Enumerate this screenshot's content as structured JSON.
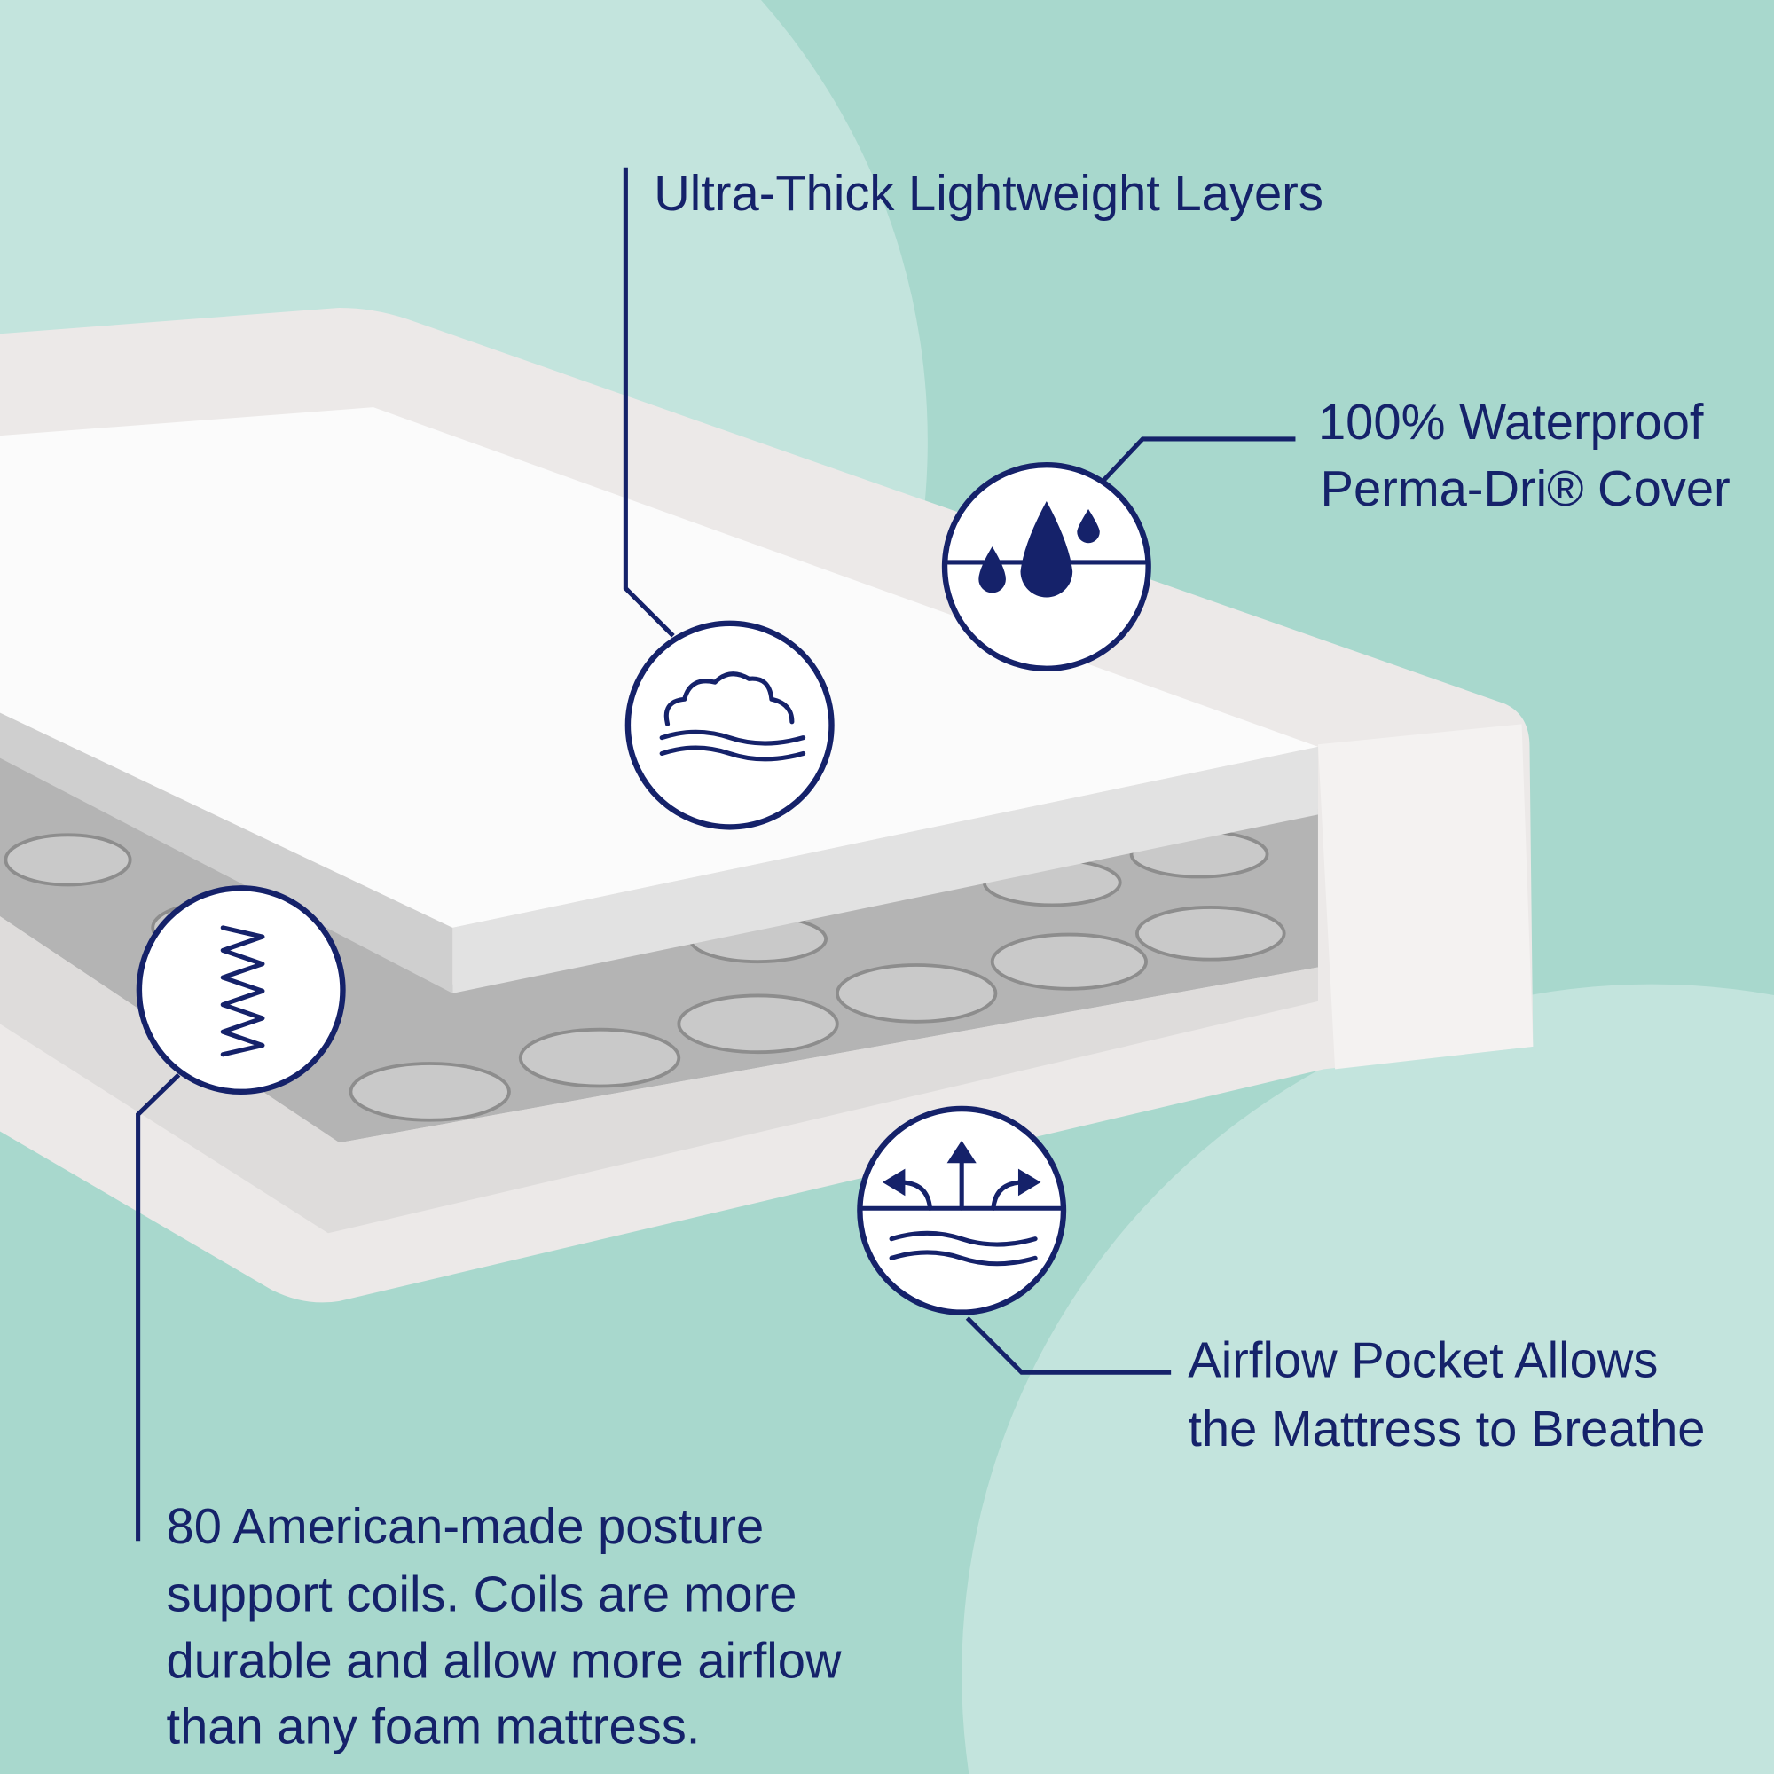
{
  "colors": {
    "background": "#a8d8cd",
    "background_light": "#c3e4dd",
    "navy": "#15226a"
  },
  "callouts": {
    "layers": {
      "icon": "cloud-icon",
      "line1": "Ultra-Thick Lightweight Layers"
    },
    "waterproof": {
      "icon": "water-drops-icon",
      "line1": "100% Waterproof",
      "line2": "Perma-Dri® Cover"
    },
    "airflow": {
      "icon": "airflow-arrows-icon",
      "line1": "Airflow Pocket Allows",
      "line2": "the Mattress to Breathe"
    },
    "coils": {
      "icon": "spring-coil-icon",
      "line1": "80 American-made posture",
      "line2": "support coils. Coils are more",
      "line3": "durable and allow more airflow",
      "line4": "than any foam mattress."
    }
  }
}
